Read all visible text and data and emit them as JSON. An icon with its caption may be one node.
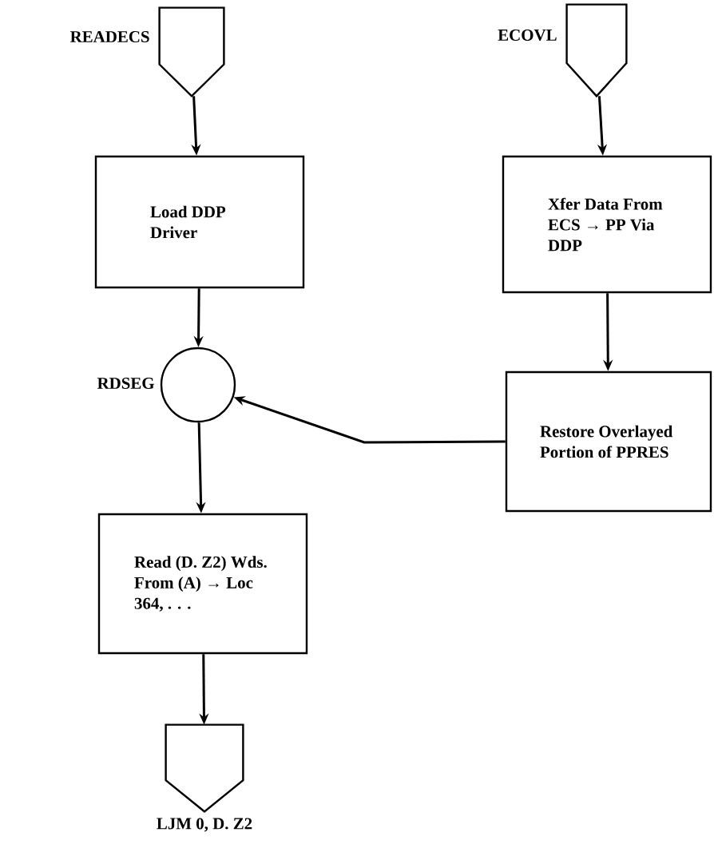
{
  "diagram": {
    "nodes": [
      {
        "text": [],
        "shape": "pentagon",
        "beside": [
          "READECS"
        ]
      },
      {
        "text": [
          "Load DDP Driver"
        ]
      },
      {
        "text": [],
        "shape": "pentagon",
        "beside": [
          "ECOVL"
        ]
      },
      {
        "text": [
          "Xfer Data From ECS → PP Via DDP"
        ]
      },
      {
        "text": [
          "Restore Overlayed Portion of PPRES"
        ]
      },
      {
        "text": [],
        "shape": "circle",
        "beside": [
          "RDSEG"
        ]
      },
      {
        "text": [
          "Read (D. Z2) Wds. From (A) → Loc 364, . . ."
        ]
      },
      {
        "text": [],
        "shape": "pentagon",
        "beside": [
          "LJM 0, D. Z2"
        ]
      }
    ],
    "edges": [
      {
        "from": 0,
        "to": 1,
        "arrow": "to"
      },
      {
        "from": 1,
        "to": 5,
        "arrow": "to"
      },
      {
        "from": 2,
        "to": 3,
        "arrow": "to"
      },
      {
        "from": 3,
        "to": 4,
        "arrow": "to"
      },
      {
        "from": 4,
        "to": 5,
        "arrow": "to"
      },
      {
        "from": 5,
        "to": 6,
        "arrow": "to"
      },
      {
        "from": 6,
        "to": 7,
        "arrow": "to"
      }
    ]
  }
}
